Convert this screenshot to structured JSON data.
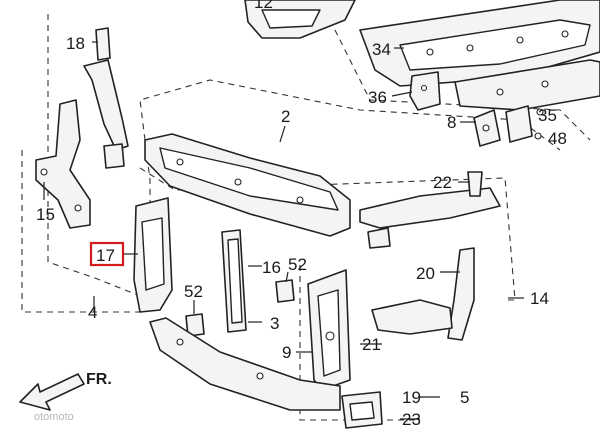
{
  "labels": {
    "p12": "12",
    "p18": "18",
    "p34": "34",
    "p36": "36",
    "p2": "2",
    "p8": "8",
    "p35": "35",
    "p48": "48",
    "p15": "15",
    "p22": "22",
    "p17": "17",
    "p16": "16",
    "p52a": "52",
    "p20": "20",
    "p14": "14",
    "p4": "4",
    "p52b": "52",
    "p3": "3",
    "p9": "9",
    "p21": "21",
    "p19": "19",
    "p5": "5",
    "p23": "23"
  },
  "direction": {
    "arrow_label": "FR."
  },
  "watermark": "otomoto",
  "highlight": {
    "part": "17",
    "color": "#d21a1a"
  }
}
